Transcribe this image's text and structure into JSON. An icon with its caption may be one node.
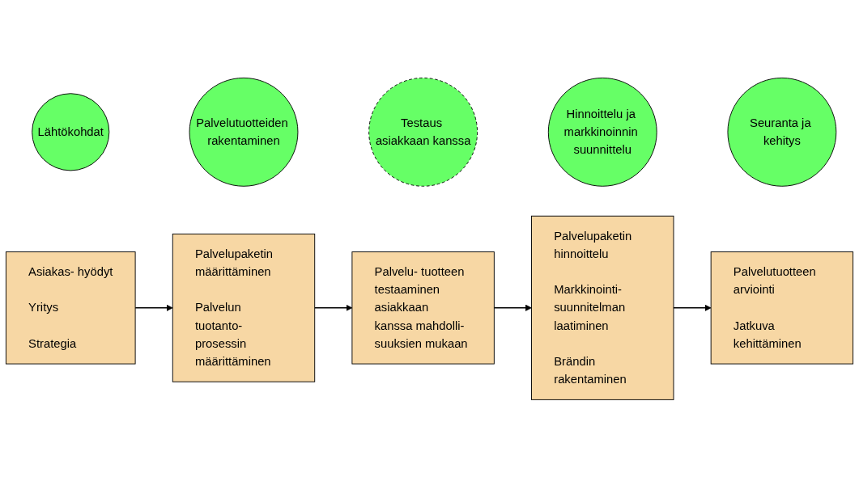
{
  "diagram": {
    "nodes": [
      {
        "text": [
          "Lähtökohdat"
        ]
      },
      {
        "text": [
          "Palvelutuotteiden rakentaminen"
        ]
      },
      {
        "text": [
          "Testaus asiakkaan kanssa"
        ]
      },
      {
        "text": [
          "Hinnoittelu ja markkinoinnin suunnittelu"
        ]
      },
      {
        "text": [
          "Seuranta ja kehitys"
        ]
      },
      {
        "text": [
          "Asiakas- hyödyt",
          "Yritys",
          "Strategia"
        ]
      },
      {
        "text": [
          "Palvelupaketin määrittäminen",
          "Palvelun tuotanto- prosessin määrittäminen"
        ]
      },
      {
        "text": [
          "Palvelu- tuotteen testaaminen asiakkaan kanssa mahdolli- suuksien mukaan"
        ]
      },
      {
        "text": [
          "Palvelupaketin hinnoittelu",
          "Markkinointi- suunnitelman laatiminen",
          "Brändin rakentaminen"
        ]
      },
      {
        "text": [
          "Palvelutuotteen arviointi",
          "Jatkuva kehittäminen"
        ]
      }
    ],
    "edges": [
      {
        "from": 5,
        "to": 6,
        "arrow": "to"
      },
      {
        "from": 6,
        "to": 7,
        "arrow": "to"
      },
      {
        "from": 7,
        "to": 8,
        "arrow": "to"
      },
      {
        "from": 8,
        "to": 9,
        "arrow": "to"
      }
    ]
  }
}
